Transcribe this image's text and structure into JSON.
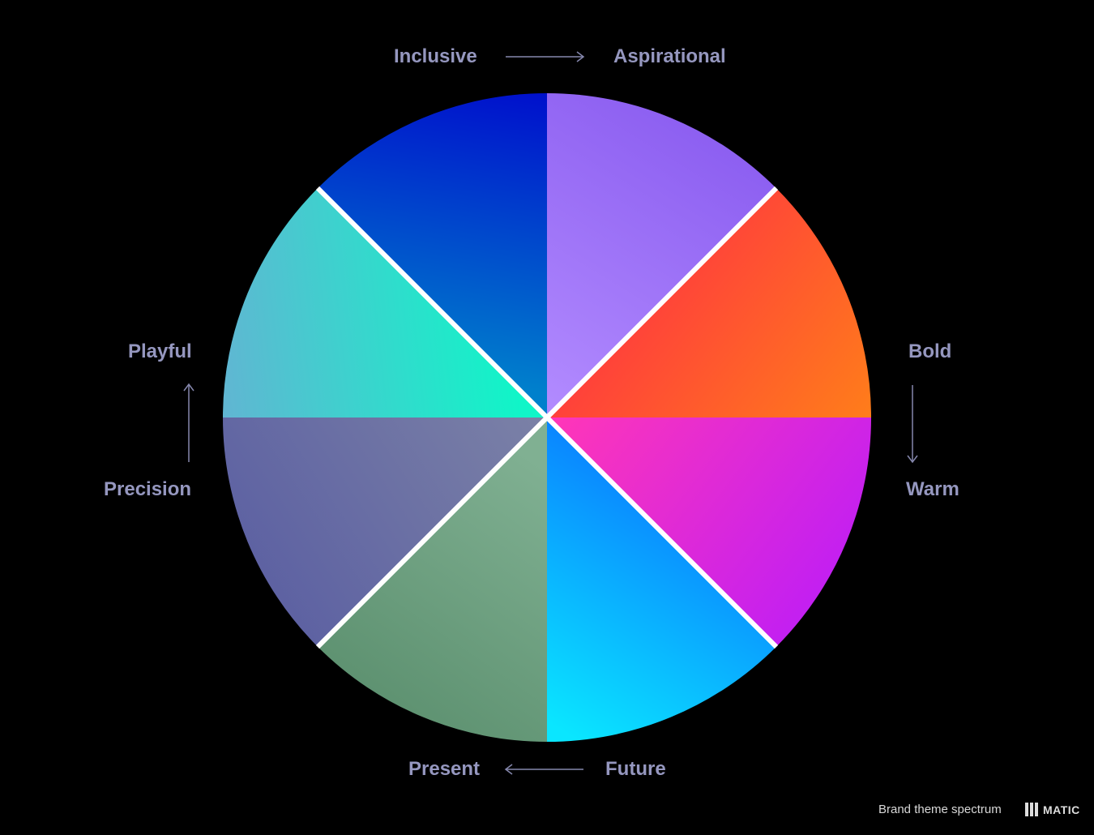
{
  "labels": {
    "inclusive": "Inclusive",
    "aspirational": "Aspirational",
    "bold": "Bold",
    "warm": "Warm",
    "future": "Future",
    "present": "Present",
    "precision": "Precision",
    "playful": "Playful"
  },
  "footer": {
    "caption": "Brand theme spectrum",
    "logo": "MATIC"
  },
  "colors": {
    "background": "#000000",
    "label": "#9597bf",
    "segments": [
      [
        "#b38cff",
        "#8a5cf0"
      ],
      [
        "#ff3a3e",
        "#ff7d1a"
      ],
      [
        "#ff36b8",
        "#c21ff2"
      ],
      [
        "#0a6cff",
        "#0ae6ff"
      ],
      [
        "#80b092",
        "#5e9271"
      ],
      [
        "#7a80a6",
        "#5a5ea2"
      ],
      [
        "#10f5c8",
        "#60b6d2"
      ],
      [
        "#0080cc",
        "#0010cc"
      ]
    ]
  }
}
